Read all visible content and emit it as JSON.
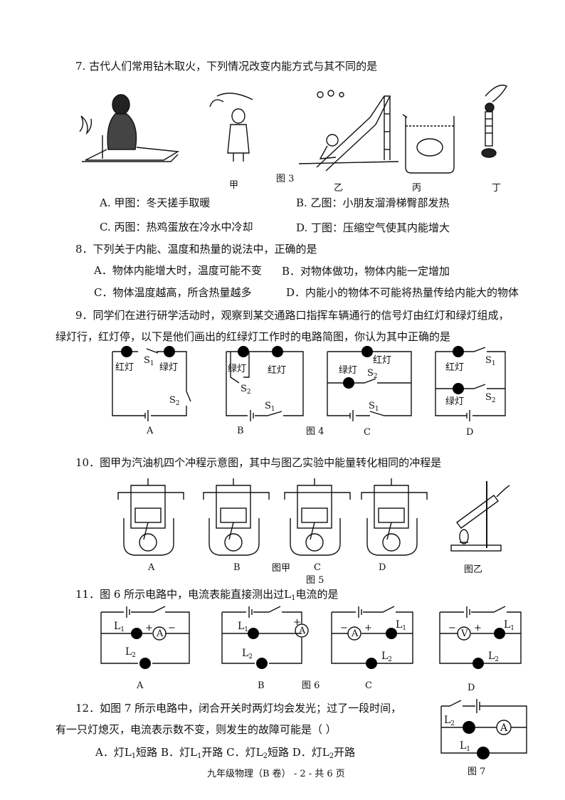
{
  "q7": {
    "stem": "7. 古代人们常用钻木取火，下列情况改变内能方式与其不同的是",
    "figure_label": "图 3",
    "captions": [
      "甲",
      "乙",
      "丙",
      "丁"
    ],
    "options": {
      "a": "A. 甲图：冬天搓手取暖",
      "b": "B. 乙图：小朋友溜滑梯臀部发热",
      "c": "C. 丙图：热鸡蛋放在冷水中冷却",
      "d": "D. 丁图：压缩空气使其内能增大"
    }
  },
  "q8": {
    "stem": "8．下列关于内能、温度和热量的说法中，正确的是",
    "options": {
      "a": "A．物体内能增大时，温度可能不变",
      "b": "B．对物体做功，物体内能一定增加",
      "c": "C．物体温度越高，所含热量越多",
      "d": "D．内能小的物体不可能将热量传给内能大的物体"
    }
  },
  "q9": {
    "stem_line1": "9．同学们在进行研学活动时，观察到某交通路口指挥车辆通行的信号灯由红灯和绿灯组成，",
    "stem_line2": "绿灯行，红灯停，以下是他们画出的红绿灯工作时的电路简图，你认为其中正确的是",
    "figure_label": "图 4",
    "labels": {
      "red": "红灯",
      "green": "绿灯",
      "s": "S",
      "sub1": "1",
      "sub2": "2"
    },
    "options": [
      "A",
      "B",
      "C",
      "D"
    ]
  },
  "q10": {
    "stem": "10．图甲为汽油机四个冲程示意图，其中与图乙实验中能量转化相同的冲程是",
    "options": [
      "A",
      "B",
      "C",
      "D"
    ],
    "fig_a": "图甲",
    "fig_b": "图乙",
    "figure_label": "图 5"
  },
  "q11": {
    "stem_pre": "11．图 6 所示电路中，电流表能直接测出过L",
    "stem_sub": "1",
    "stem_post": "电流的是",
    "figure_label": "图 6",
    "options": [
      "A",
      "B",
      "C",
      "D"
    ],
    "meter_a": "A",
    "meter_v": "V"
  },
  "q12": {
    "stem_line1": "12．如图 7 所示电路中，闭合开关时两灯均会发光；过了一段时间，",
    "stem_line2": "有一只灯熄灭，电流表示数不变，则发生的故障可能是（     ）",
    "options": [
      {
        "pre": "A．灯L",
        "sub": "1",
        "post": "短路"
      },
      {
        "pre": "B．灯L",
        "sub": "1",
        "post": "开路"
      },
      {
        "pre": "C．灯L",
        "sub": "2",
        "post": "短路"
      },
      {
        "pre": "D．灯L",
        "sub": "2",
        "post": "开路"
      }
    ],
    "figure_label": "图 7"
  },
  "footer": "九年级物理（B 卷）  - 2 -  共 6 页"
}
